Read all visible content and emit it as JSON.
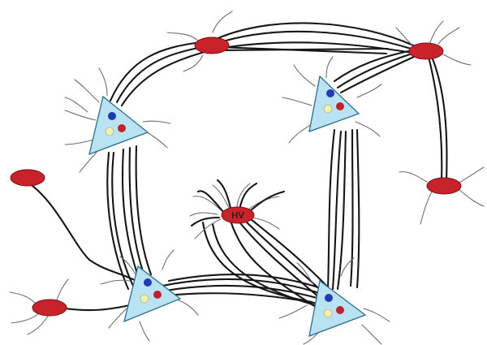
{
  "colors": {
    "soma_fill": "#b9e3f2",
    "ellipse_fill": "#c8222a",
    "axon": "#161616",
    "dendrite": "#6e6e6e",
    "dot_blue": "#1f3cb4",
    "dot_red": "#c0222a",
    "dot_yellow": "#f2f0a6"
  },
  "hub": {
    "label": "HV"
  },
  "nodes": {
    "triangles": [
      "triangle-upper-left",
      "triangle-upper-right",
      "triangle-lower-left",
      "triangle-lower-right"
    ],
    "ellipses": [
      "ellipse-top",
      "ellipse-top-right",
      "ellipse-right",
      "ellipse-left",
      "ellipse-bottom-left",
      "ellipse-center"
    ]
  }
}
